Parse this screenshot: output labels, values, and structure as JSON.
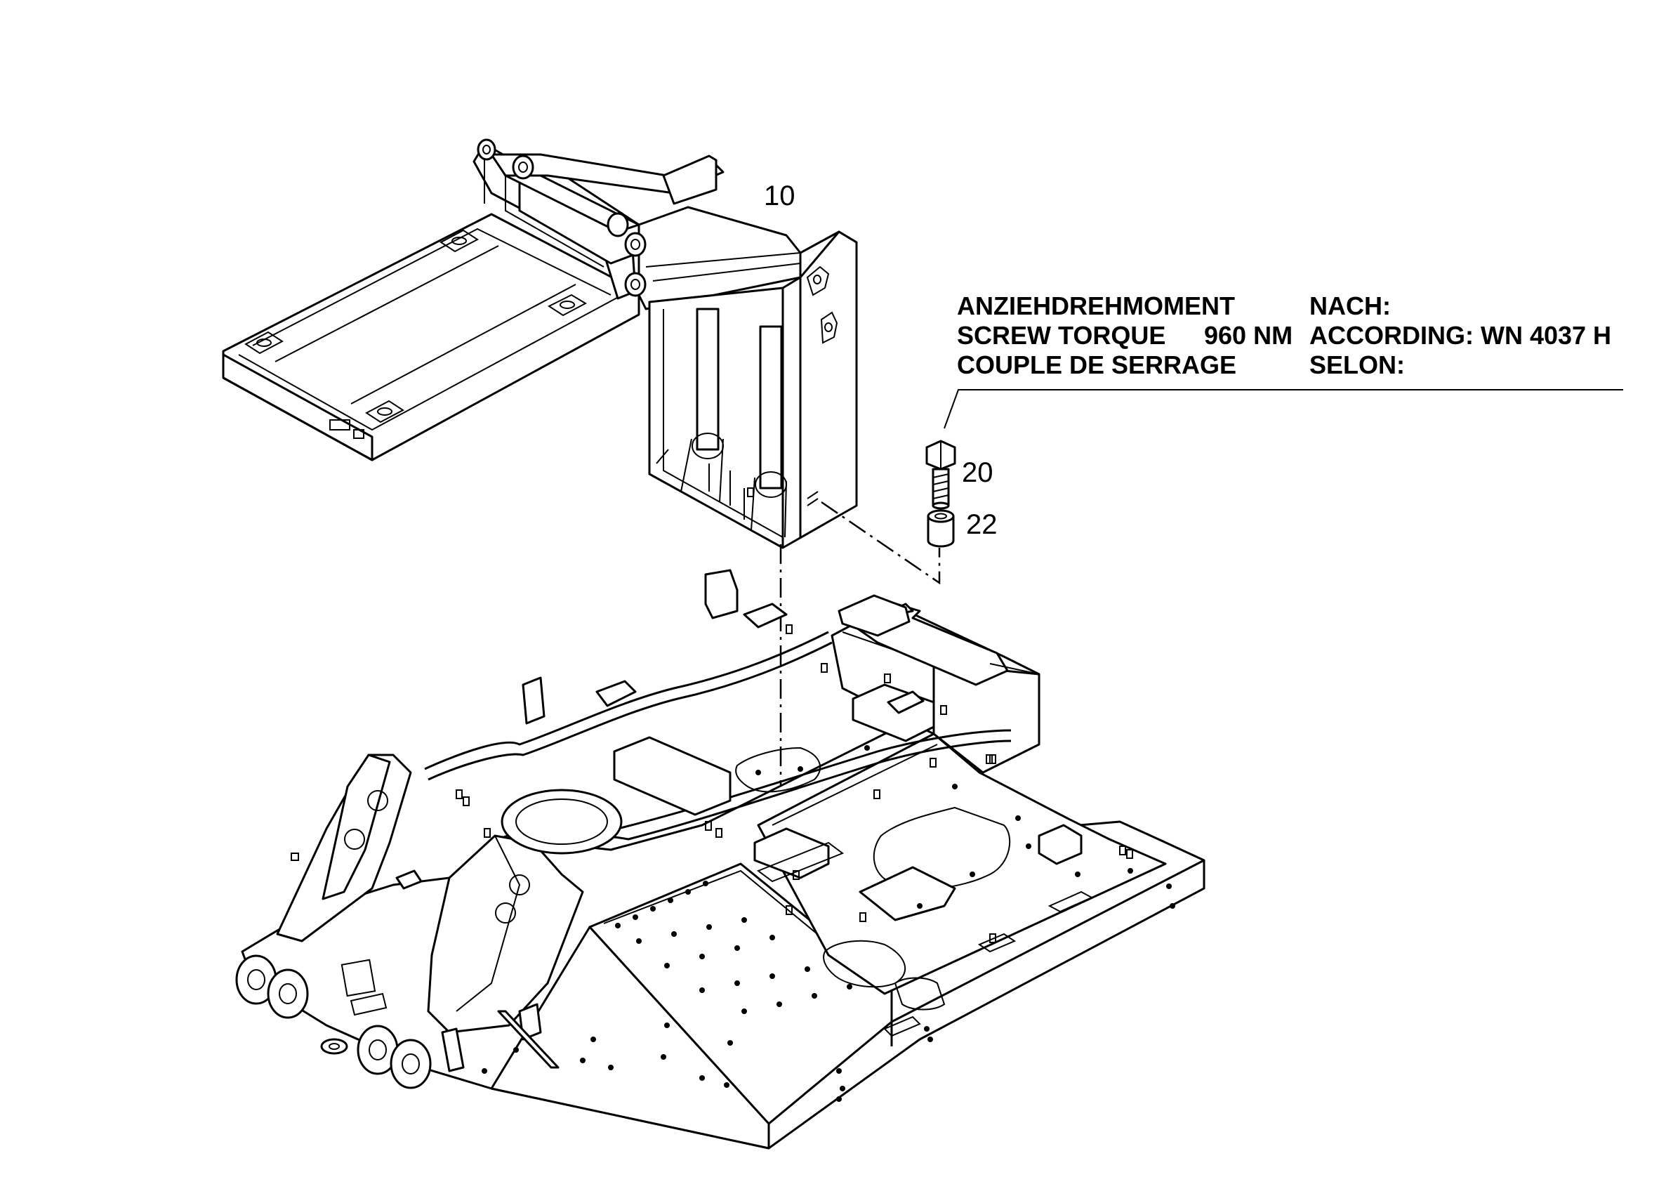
{
  "parts": [
    {
      "number": "10",
      "item": "counterweight-mounting-frame"
    },
    {
      "number": "20",
      "item": "hex-bolt"
    },
    {
      "number": "22",
      "item": "bushing"
    }
  ],
  "torque_note": {
    "col1": [
      "ANZIEHDREHMOMENT",
      "SCREW TORQUE",
      "COUPLE DE SERRAGE"
    ],
    "value": "960 NM",
    "col3": [
      "NACH:",
      "ACCORDING: WN 4037 H",
      "SELON:"
    ]
  }
}
